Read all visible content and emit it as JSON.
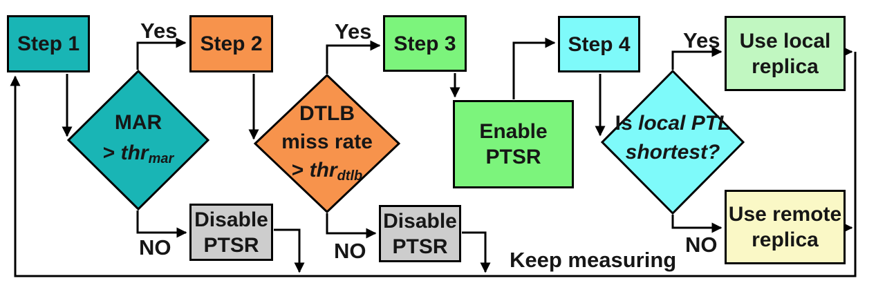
{
  "diagram_type": "flowchart",
  "colors": {
    "teal": "#19B5B5",
    "orange": "#F7934C",
    "green": "#7CF47C",
    "cyan": "#7EFAFA",
    "pale_green": "#C1F7C1",
    "pale_yellow": "#FAF8C6",
    "gray": "#CDCDCD",
    "line": "#000000",
    "background": "#FFFFFF"
  },
  "nodes": {
    "step1": {
      "label": "Step 1",
      "color": "#19B5B5"
    },
    "step2": {
      "label": "Step 2",
      "color": "#F7934C"
    },
    "step3": {
      "label": "Step 3",
      "color": "#7CF47C"
    },
    "step4": {
      "label": "Step 4",
      "color": "#7EFAFA"
    },
    "enable_ptsr": {
      "line1": "Enable",
      "line2": "PTSR",
      "color": "#7CF47C"
    },
    "disable_ptsr_1": {
      "line1": "Disable",
      "line2": "PTSR",
      "color": "#CDCDCD"
    },
    "disable_ptsr_2": {
      "line1": "Disable",
      "line2": "PTSR",
      "color": "#CDCDCD"
    },
    "use_local_replica": {
      "line1": "Use local",
      "line2": "replica",
      "color": "#C1F7C1"
    },
    "use_remote_replica": {
      "line1": "Use remote",
      "line2": "replica",
      "color": "#FAF8C6"
    }
  },
  "decisions": {
    "mar": {
      "line1": "MAR",
      "operator": "> ",
      "variable": "thr",
      "subscript": "mar",
      "color": "#19B5B5"
    },
    "dtlb": {
      "line1": "DTLB",
      "line2": "miss rate",
      "operator": "> ",
      "variable": "thr",
      "subscript": "dtlb",
      "color": "#F7934C"
    },
    "local_ptl": {
      "lead": "Is ",
      "italic_line1": "local PTL",
      "italic_line2": "shortest?",
      "color": "#7EFAFA"
    }
  },
  "labels": {
    "yes1": "Yes",
    "yes2": "Yes",
    "yes3": "Yes",
    "no1": "NO",
    "no2": "NO",
    "no3": "NO",
    "keep_measuring": "Keep measuring"
  }
}
